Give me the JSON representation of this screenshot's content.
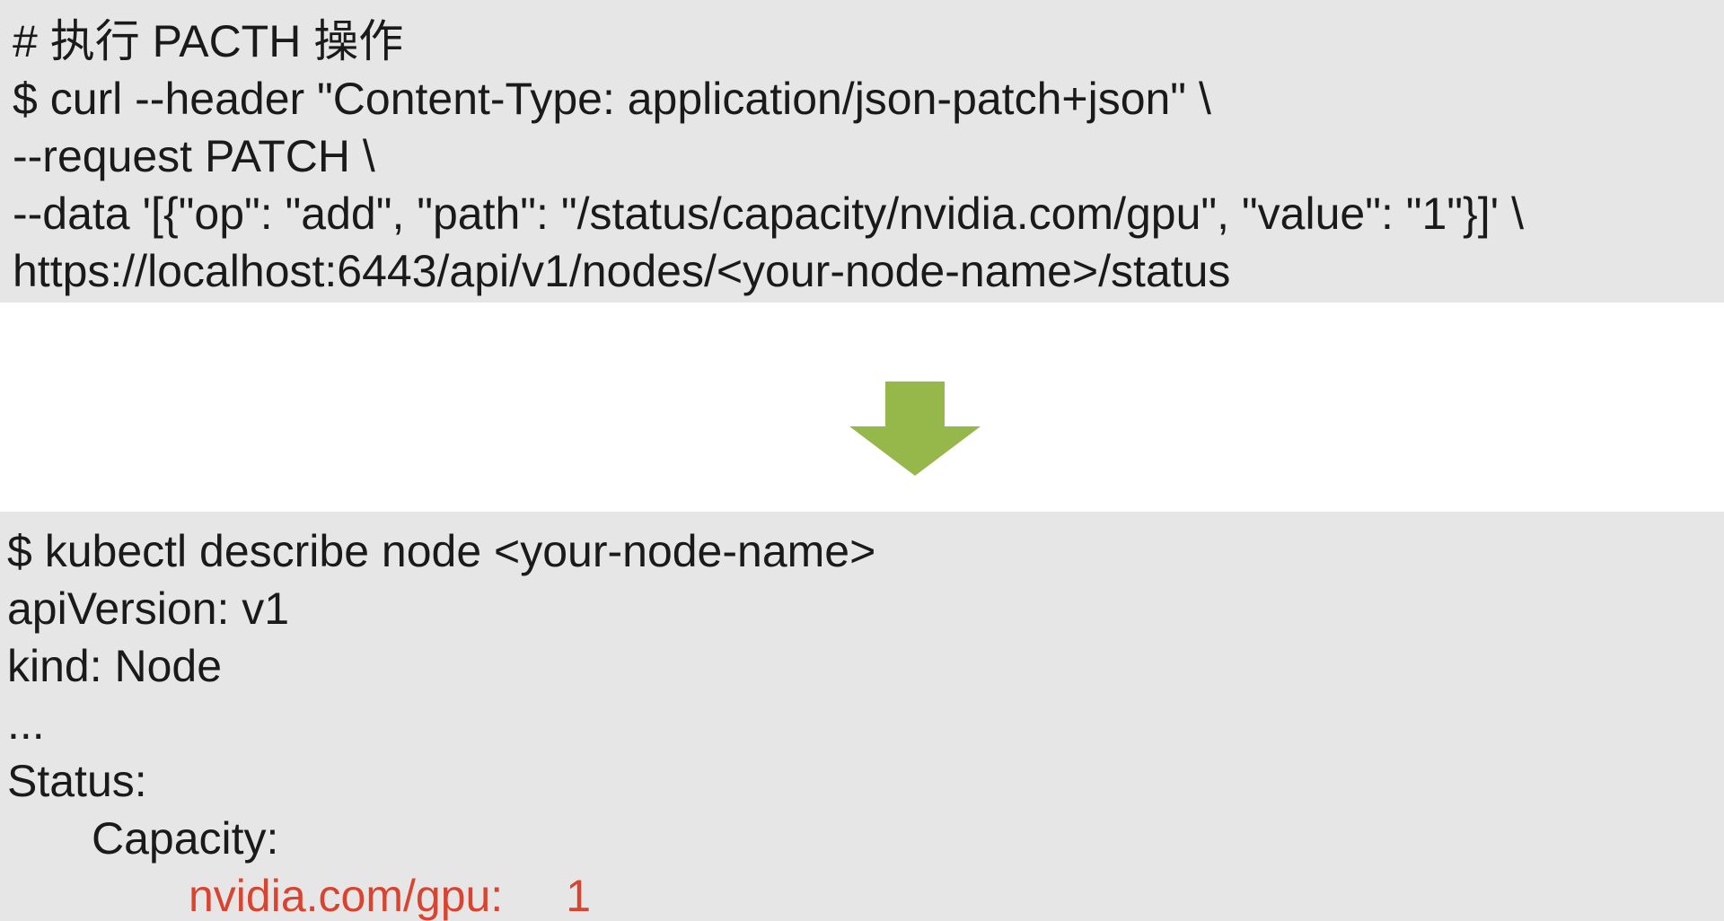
{
  "top_block": {
    "lines": [
      "# 执行 PACTH 操作",
      "$ curl --header \"Content-Type: application/json-patch+json\" \\",
      "--request PATCH \\",
      "--data '[{\"op\": \"add\", \"path\": \"/status/capacity/nvidia.com/gpu\", \"value\": \"1\"}]' \\",
      "https://localhost:6443/api/v1/nodes/<your-node-name>/status"
    ]
  },
  "arrow": {
    "icon": "down-arrow-icon",
    "color": "#96b84a"
  },
  "bottom_block": {
    "lines": [
      "$ kubectl describe node <your-node-name>",
      "apiVersion: v1",
      "kind: Node",
      "...",
      "Status:",
      "Capacity:"
    ],
    "gpu_key": "nvidia.com/gpu:",
    "gpu_value": "1",
    "highlight_color": "#d9432f"
  }
}
